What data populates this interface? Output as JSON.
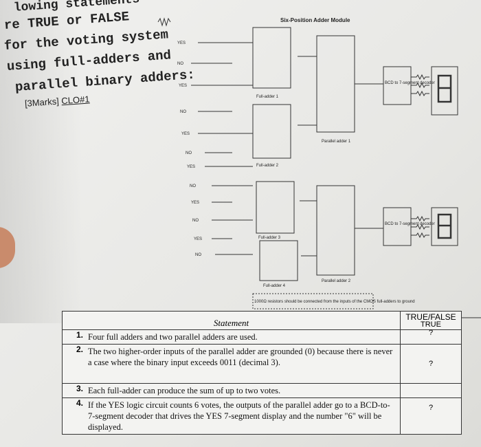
{
  "question": {
    "lines": [
      "lowing statements",
      "re TRUE or FALSE",
      "for the voting system",
      "using full-adders and",
      "parallel binary adders:"
    ],
    "marks_prefix": "[3Marks] ",
    "marks_clo": "CLO#1"
  },
  "figure": {
    "title": "Six-Position Adder Module",
    "full_adders": [
      "Full-adder 1",
      "Full-adder 2",
      "Full-adder 3",
      "Full-adder 4"
    ],
    "parallel_adders": [
      "Parallel adder 1",
      "Parallel adder 2"
    ],
    "switch_labels": [
      "YES",
      "NO",
      "YES",
      "NO",
      "YES",
      "NO",
      "YES",
      "NO",
      "YES",
      "NO",
      "YES",
      "NO"
    ],
    "bcd_label": "BCD to 7-segment decoder",
    "bottom_note": "1000Ω resistors should be connected from the inputs of the CMOS full-adders to ground"
  },
  "table": {
    "header_statement": "Statement",
    "header_tf": "TRUE/FALSE",
    "rows": [
      {
        "num": "1.",
        "text": "Four full adders and two parallel adders are used.",
        "answer": "TRUE",
        "answer2": "?"
      },
      {
        "num": "2.",
        "text": "The two higher-order inputs of the parallel adder are grounded (0) because there is never a case where the binary input exceeds 0011 (decimal 3).",
        "answer": "?"
      },
      {
        "num": "3.",
        "text": "Each full-adder can produce the sum of up to two votes.",
        "answer": ""
      },
      {
        "num": "4.",
        "text": "If the YES logic circuit counts 6 votes, the outputs of the parallel adder go to a BCD-to-7-segment decoder that drives the YES 7-segment display and the number \"6\" will be displayed.",
        "answer": "?"
      }
    ]
  }
}
